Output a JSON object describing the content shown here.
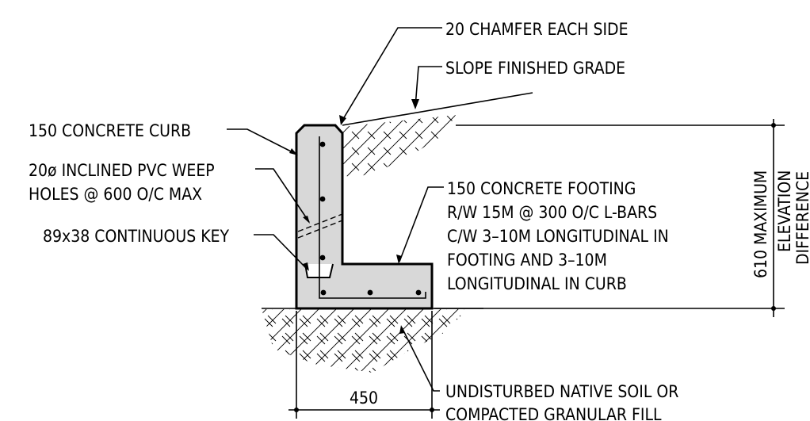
{
  "labels": {
    "chamfer": "20 CHAMFER EACH SIDE",
    "slope": "SLOPE FINISHED GRADE",
    "curb": "150 CONCRETE CURB",
    "weep_line1": "20ø INCLINED PVC WEEP",
    "weep_line2": "HOLES @ 600 O/C MAX",
    "key": "89x38 CONTINUOUS KEY",
    "footing_line1": "150 CONCRETE FOOTING",
    "footing_line2": "R/W 15M @ 300 O/C L-BARS",
    "footing_line3": "C/W 3–10M LONGITUDINAL IN",
    "footing_line4": "FOOTING AND 3–10M",
    "footing_line5": "LONGITUDINAL IN CURB",
    "soil_line1": "UNDISTURBED NATIVE SOIL OR",
    "soil_line2": "COMPACTED GRANULAR FILL",
    "width_dim": "450",
    "elev_line1": "610 MAXIMUM",
    "elev_line2": "ELEVATION",
    "elev_line3": "DIFFERENCE"
  },
  "colors": {
    "concrete": "#d8d8d8",
    "line": "#000000"
  }
}
